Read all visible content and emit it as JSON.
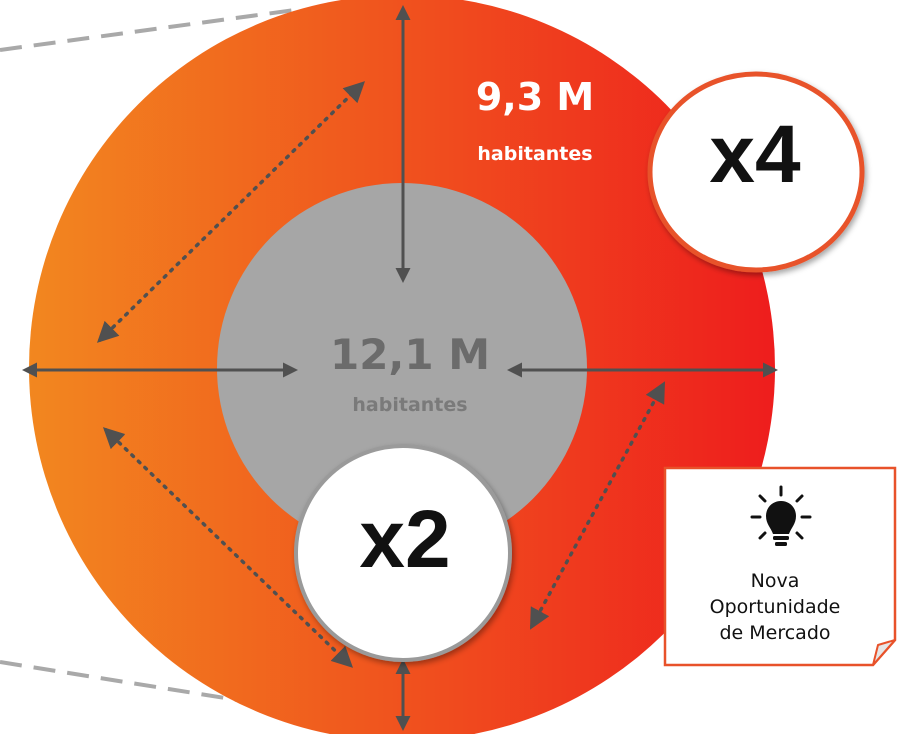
{
  "outer_ring": {
    "value": "9,3 M",
    "unit": "habitantes"
  },
  "inner_circle": {
    "value": "12,1 M",
    "unit": "habitantes"
  },
  "multipliers": {
    "top": "x4",
    "bottom": "x2"
  },
  "callout": {
    "icon": "lightbulb-icon",
    "lines": [
      "Nova",
      "Oportunidade",
      "de Mercado"
    ]
  },
  "colors": {
    "ring_start": "#f2871f",
    "ring_end": "#ee1d1d",
    "inner": "#a6a6a6",
    "arrow": "#505050",
    "outline": "#e8522a"
  }
}
